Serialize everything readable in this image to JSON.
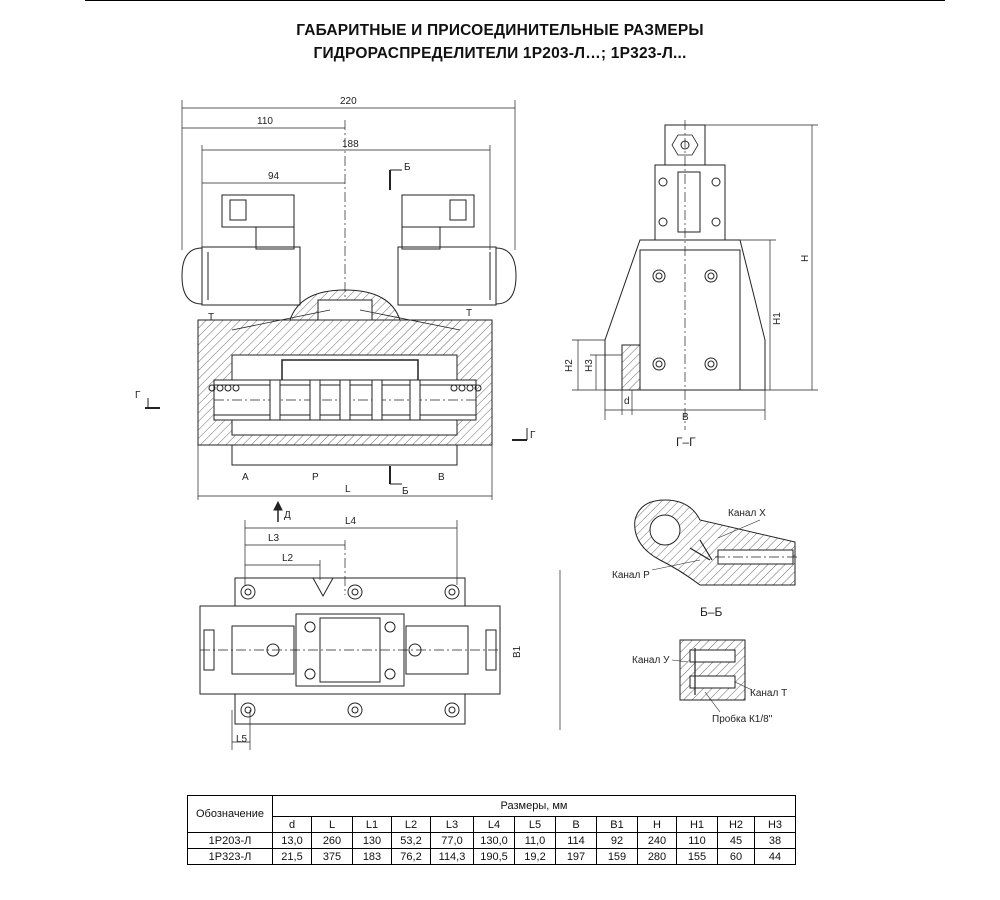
{
  "title": {
    "line1": "ГАБАРИТНЫЕ И ПРИСОЕДИНИТЕЛЬНЫЕ РАЗМЕРЫ",
    "line2": "ГИДРОРАСПРЕДЕЛИТЕЛИ 1Р203-Л…; 1Р323-Л..."
  },
  "drawing": {
    "dims_top": {
      "d220": "220",
      "d110": "110",
      "d188": "188",
      "d94": "94"
    },
    "section_marks": {
      "b_top": "Б",
      "b_bottom": "Б",
      "g_left": "Г",
      "g_right": "Г",
      "d_arrow": "Д"
    },
    "port_labels": {
      "t_left": "Т",
      "t_right": "Т",
      "a": "А",
      "p": "Р",
      "b": "В",
      "l": "L"
    },
    "side_view": {
      "h": "H",
      "h1": "H1",
      "h2": "H2",
      "h3": "H3",
      "d": "d",
      "b": "B",
      "caption": "Г–Г"
    },
    "plan_view": {
      "l4": "L4",
      "l3": "L3",
      "l2": "L2",
      "l5": "L5",
      "b1": "B1"
    },
    "section_bb": {
      "caption": "Б–Б",
      "kanal_x": "Канал Х",
      "kanal_p": "Канал Р",
      "kanal_u": "Канал У",
      "kanal_t": "Канал Т",
      "probka": "Пробка К1/8\""
    }
  },
  "table": {
    "designation_header": "Обозначение",
    "sizes_header": "Размеры, мм",
    "columns": [
      "d",
      "L",
      "L1",
      "L2",
      "L3",
      "L4",
      "L5",
      "B",
      "B1",
      "H",
      "H1",
      "H2",
      "H3"
    ],
    "rows": [
      {
        "name": "1Р203-Л",
        "values": [
          "13,0",
          "260",
          "130",
          "53,2",
          "77,0",
          "130,0",
          "11,0",
          "114",
          "92",
          "240",
          "110",
          "45",
          "38"
        ]
      },
      {
        "name": "1Р323-Л",
        "values": [
          "21,5",
          "375",
          "183",
          "76,2",
          "114,3",
          "190,5",
          "19,2",
          "197",
          "159",
          "280",
          "155",
          "60",
          "44"
        ]
      }
    ]
  }
}
